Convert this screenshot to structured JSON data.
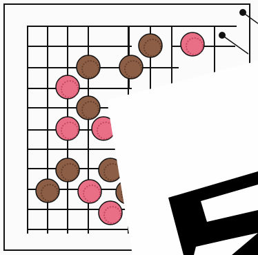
{
  "game": {
    "grid": {
      "visible_columns": 6,
      "visible_rows": 9
    },
    "colors": {
      "paper": "#fbfbfb",
      "line": "#111111",
      "brown_stone": "#8b5e45",
      "brown_stone_dark": "#5a3626",
      "pink_stone": "#e86f86",
      "pink_stone_dark": "#b83a55",
      "overlay": "#fefefe",
      "glyph": "#000000"
    },
    "stones": [
      {
        "color": "brown",
        "col": 4,
        "row": 1
      },
      {
        "color": "pink",
        "col": 5,
        "row": 1
      },
      {
        "color": "brown",
        "col": 2,
        "row": 2
      },
      {
        "color": "brown",
        "col": 3,
        "row": 2
      },
      {
        "color": "pink",
        "col": 1,
        "row": 3
      },
      {
        "color": "brown",
        "col": 2,
        "row": 4
      },
      {
        "color": "pink",
        "col": 1,
        "row": 5
      },
      {
        "color": "pink",
        "col": 2,
        "row": 5
      },
      {
        "color": "brown",
        "col": 1,
        "row": 7
      },
      {
        "color": "brown",
        "col": 2,
        "row": 7
      },
      {
        "color": "brown",
        "col": 0,
        "row": 8
      },
      {
        "color": "pink",
        "col": 1,
        "row": 8
      },
      {
        "color": "brown",
        "col": 2,
        "row": 8
      },
      {
        "color": "pink",
        "col": 2,
        "row": 9
      }
    ],
    "markers": [
      {
        "name": "marker-top"
      },
      {
        "name": "marker-right"
      }
    ],
    "overlay_glyph": "S"
  }
}
